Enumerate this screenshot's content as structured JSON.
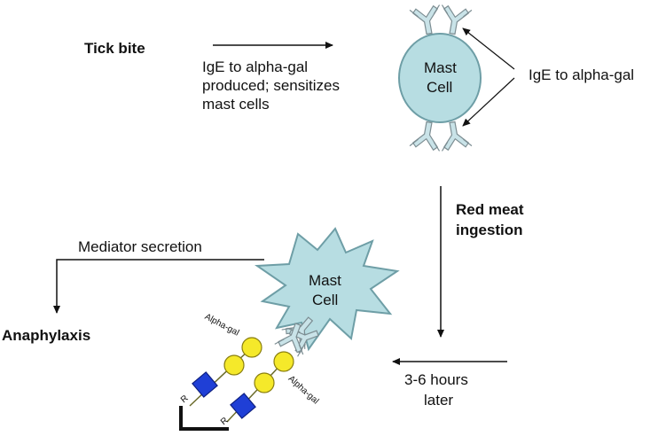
{
  "labels": {
    "tick_bite": "Tick bite",
    "ige_produced_1": "IgE  to alpha-gal",
    "ige_produced_2": "produced; sensitizes",
    "ige_produced_3": "mast cells",
    "ige_to_alpha_gal": "IgE to alpha-gal",
    "red_meat_1": "Red meat",
    "red_meat_2": "ingestion",
    "hours_1": "3-6 hours",
    "hours_2": "later",
    "mediator_secretion": "Mediator secretion",
    "anaphylaxis": "Anaphylaxis",
    "mast_cell_1": "Mast",
    "mast_cell_2": "Cell",
    "alpha_gal": "Alpha-gal",
    "r": "R"
  },
  "colors": {
    "cell_fill": "#b7dde2",
    "cell_stroke": "#6e9ea6",
    "antibody": "#c9e3e8",
    "antibody_stroke": "#7c8d92",
    "sugar_yellow": "#f5e92a",
    "sugar_blue": "#1f3fd6",
    "line": "#111111"
  }
}
